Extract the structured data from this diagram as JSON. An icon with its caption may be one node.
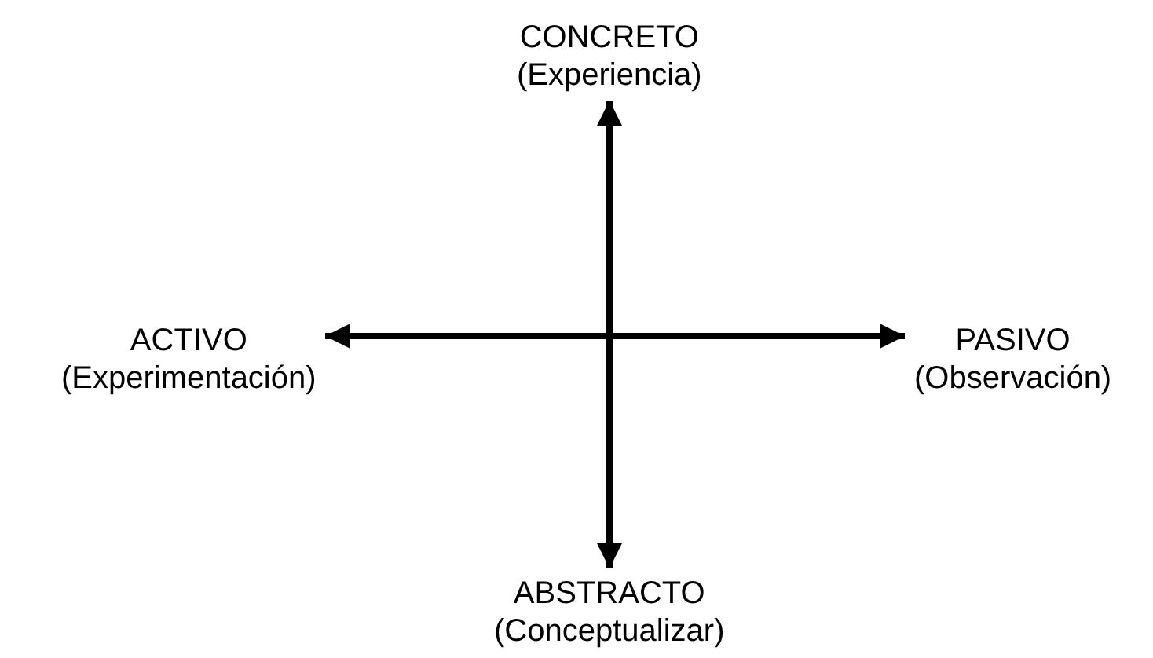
{
  "diagram": {
    "nodes": [
      {
        "text": [
          "CONCRETO",
          "(Experiencia)"
        ]
      },
      {
        "text": [
          "ACTIVO",
          "(Experimentación)"
        ]
      },
      {
        "text": [
          "PASIVO",
          "(Observación)"
        ]
      },
      {
        "text": [
          "ABSTRACTO",
          "(Conceptualizar)"
        ]
      }
    ],
    "edges": [
      {
        "from": 0,
        "to": 3,
        "arrow": "both"
      },
      {
        "from": 1,
        "to": 2,
        "arrow": "both"
      }
    ]
  }
}
